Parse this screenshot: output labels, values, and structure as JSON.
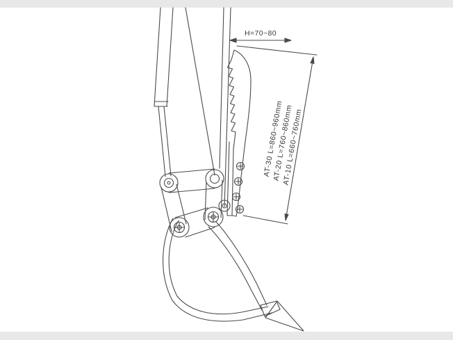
{
  "drawing": {
    "dimension_h_label": "H=70~80",
    "length_specs": [
      "AT-30 L=860~960mm",
      "AT-20 L=760~860mm",
      "AT-10 L=660~760mm"
    ],
    "colors": {
      "line": "#4a4a4a",
      "frame": "#e8e8e8",
      "text": "#3a3a3a"
    }
  }
}
